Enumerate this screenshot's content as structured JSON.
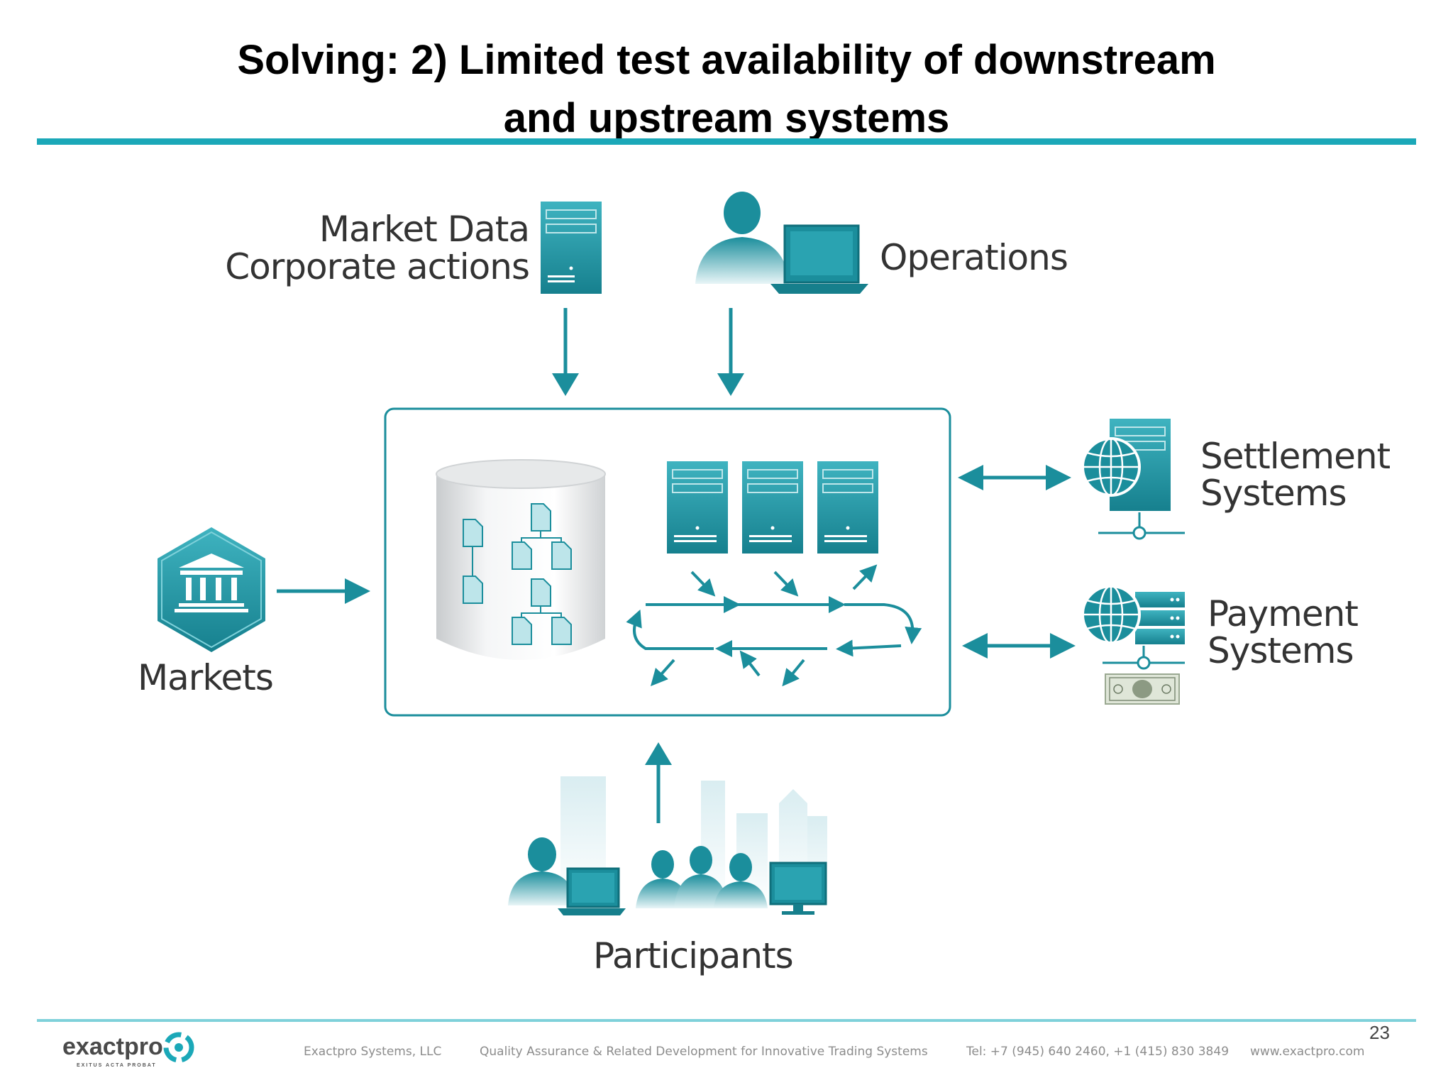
{
  "title": {
    "line1": "Solving: 2) Limited  test availability of downstream",
    "line2": "and upstream systems"
  },
  "labels": {
    "market_data_line1": "Market Data",
    "market_data_line2": "Corporate actions",
    "operations": "Operations",
    "settlement_line1": "Settlement",
    "settlement_line2": "Systems",
    "payment_line1": "Payment",
    "payment_line2": "Systems",
    "markets": "Markets",
    "participants": "Participants"
  },
  "footer": {
    "logo": "exactpro",
    "logo_tagline": "EXITUS ACTA PROBAT",
    "company": "Exactpro Systems, LLC",
    "tagline": "Quality Assurance & Related Development for Innovative Trading Systems",
    "phone": "Tel: +7 (945) 640 2460, +1 (415) 830 3849",
    "website": "www.exactpro.com",
    "page_number": "23"
  },
  "colors": {
    "teal": "#1b8e9c",
    "teal_light": "#3fb3c0",
    "rule": "#1ba8b8"
  },
  "icons": [
    "server-icon",
    "person-laptop-icon",
    "bank-icon",
    "database-icon",
    "globe-server-icon",
    "dollar-bill-icon",
    "people-icon",
    "city-icon",
    "arrow-icon"
  ]
}
